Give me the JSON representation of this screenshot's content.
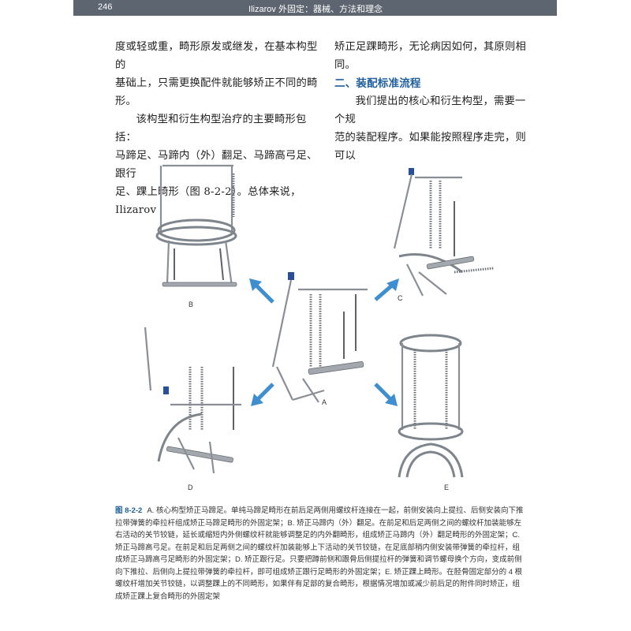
{
  "header": {
    "page_number": "246",
    "running_title": "Ilizarov 外固定：器械、方法和理念"
  },
  "left_column": {
    "p1_line1": "度或轻或重，畸形原发或继发，在基本构型的",
    "p1_line2": "基础上，只需更换配件就能够矫正不同的畸形。",
    "p2_line1": "该构型和衍生构型治疗的主要畸形包括：",
    "p2_line2": "马蹄足、马蹄内（外）翻足、马蹄高弓足、跟行",
    "p2_line3": "足、踝上畸形（图 8-2-2）。总体来说，Ilizarov"
  },
  "right_column": {
    "p1_line1": "矫正足踝畸形，无论病因如何，其原则相同。",
    "section_heading": "二、装配标准流程",
    "p2_line1": "我们提出的核心和衍生构型，需要一个规",
    "p2_line2": "范的装配程序。如果能按照程序走完，则可以"
  },
  "figure": {
    "labels": {
      "a": "A",
      "b": "B",
      "c": "C",
      "d": "D",
      "e": "E"
    },
    "colors": {
      "arrow": "#3f8fd0",
      "metal": "#8a8f96",
      "knob": "#2a4f9a"
    }
  },
  "caption": {
    "number": "图 8-2-2",
    "text": "A. 核心构型矫正马蹄足。单纯马蹄足畸形在前后足两侧用螺纹杆连接在一起，前侧安装向上提拉、后侧安装向下推拉带弹簧的牵拉杆组成矫正马蹄足畸形的外固定架；B. 矫正马蹄内（外）翻足。在前足和后足两侧之间的螺纹杆加装能够左右活动的关节铰链，延长或缩短内外侧螺纹杆就能够调整足的内外翻畸形，组成矫正马蹄内（外）翻足畸形的外固定架；C. 矫正马蹄高弓足。在前足和后足两侧之间的螺纹杆加装能够上下活动的关节铰链，在足底部稍内侧安装带弹簧的牵拉杆，组成矫正马蹄高弓足畸形的外固定架；D. 矫正跟行足。只要把蹲前侧和跟骨后侧提拉杆的弹簧和调节螺母换个方向，变成前侧向下推拉、后侧向上提拉带弹簧的牵拉杆，即可组成矫正跟行足畸形的外固定架；E. 矫正踝上畸形。在胫骨固定部分的 4 根螺纹杆增加关节铰链，以调整踝上的不同畸形，如果伴有足部的复合畸形，根据情况增加或减少前后足的附件同时矫正，组成矫正踝上复合畸形的外固定架"
  }
}
